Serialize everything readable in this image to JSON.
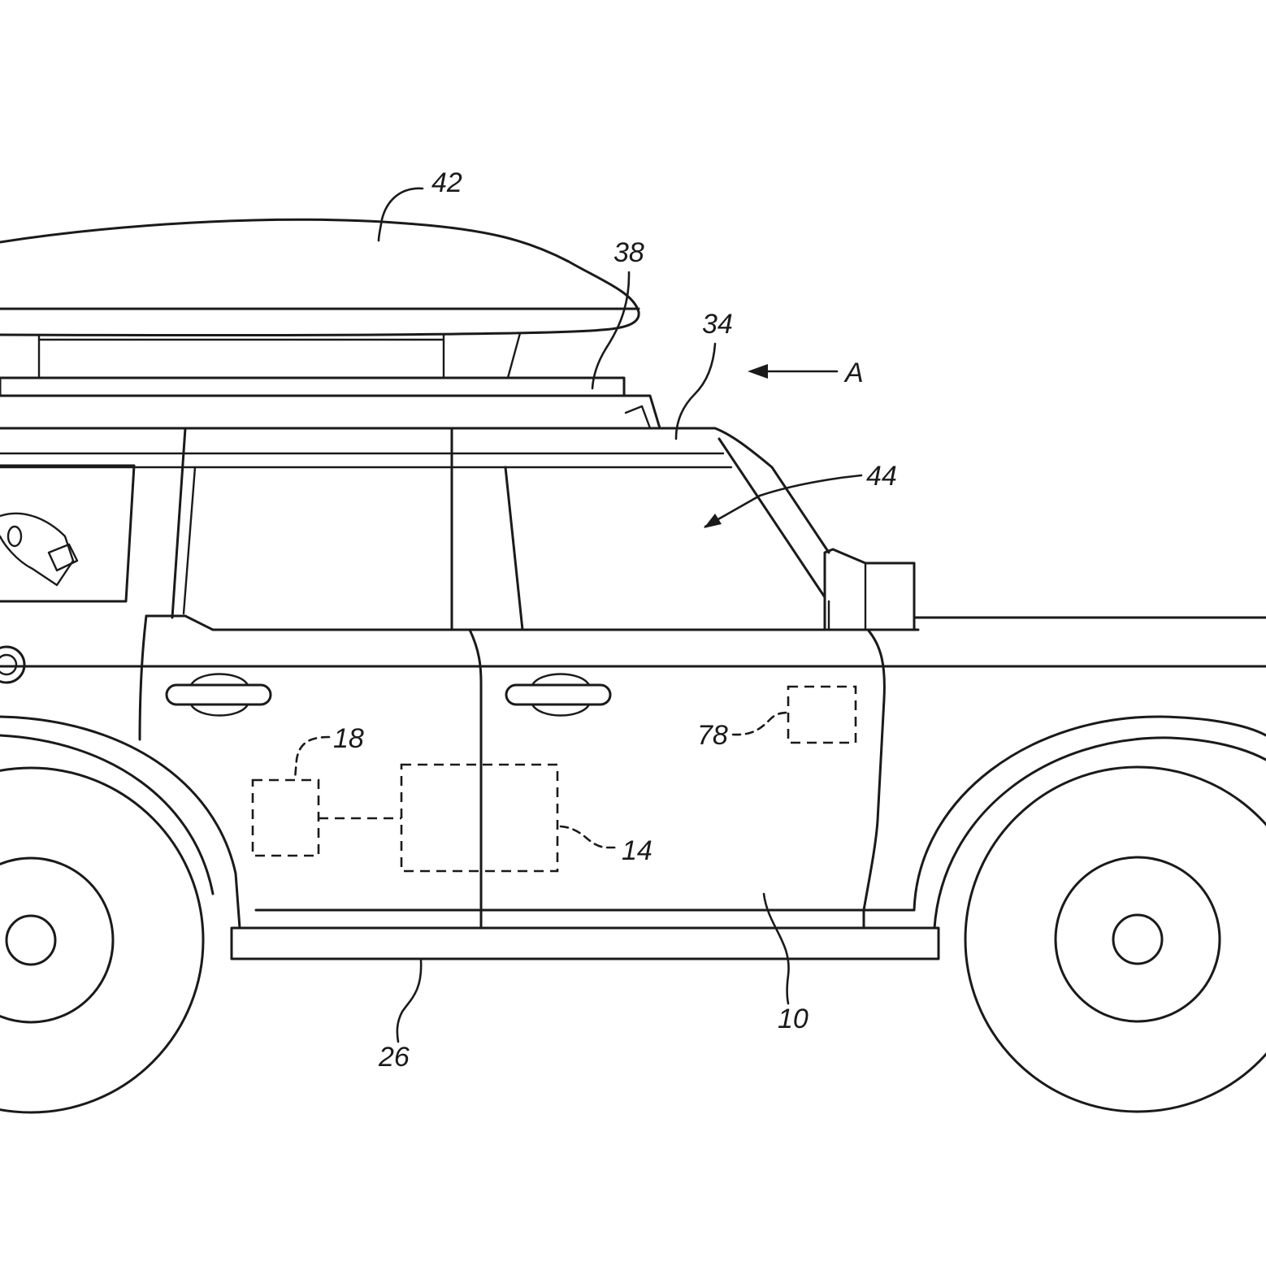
{
  "figure": {
    "reference_numerals": {
      "vehicle": "10",
      "controller": "14",
      "sensor": "18",
      "rocker": "26",
      "roof": "34",
      "roof_rack": "38",
      "cargo_carrier": "42",
      "airflow": "44",
      "panel": "78",
      "view_direction": "A"
    }
  }
}
